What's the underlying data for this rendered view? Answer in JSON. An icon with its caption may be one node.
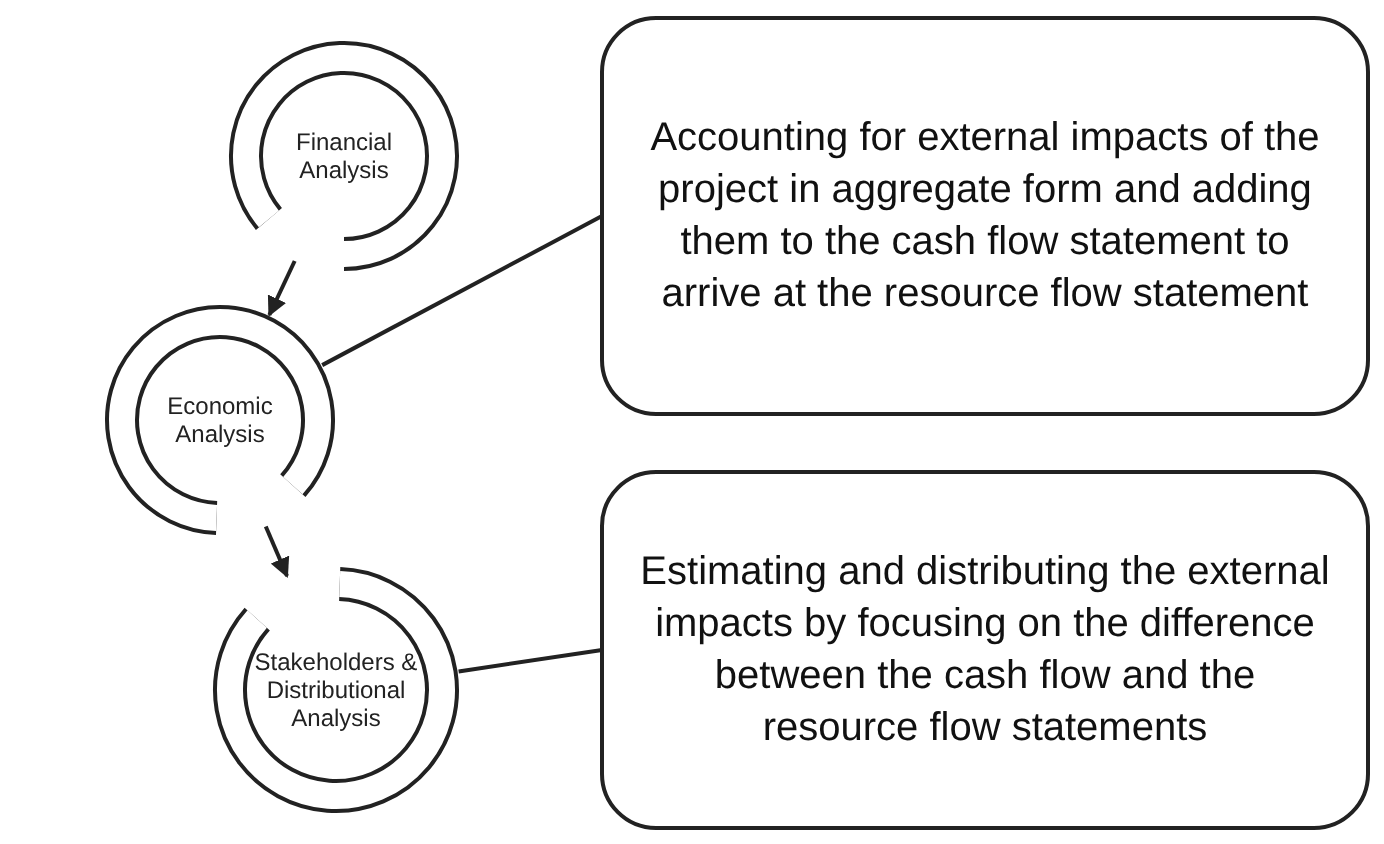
{
  "diagram": {
    "nodes": [
      {
        "text": [
          "Financial Analysis"
        ]
      },
      {
        "text": [
          "Economic Analysis"
        ]
      },
      {
        "text": [
          "Stakeholders & Distributional Analysis"
        ]
      },
      {
        "text": [
          "Accounting for external impacts of the project in aggregate form and adding them to the cash flow statement to arrive at the resource flow statement"
        ]
      },
      {
        "text": [
          "Estimating and distributing the external impacts by focusing on the difference between the cash flow and the resource flow statements"
        ]
      }
    ],
    "edges": [
      {
        "from": 0,
        "to": 1,
        "arrow": "to"
      },
      {
        "from": 1,
        "to": 2,
        "arrow": "to"
      },
      {
        "from": 3,
        "to": 1,
        "arrow": "none"
      },
      {
        "from": 4,
        "to": 2,
        "arrow": "none"
      }
    ]
  }
}
